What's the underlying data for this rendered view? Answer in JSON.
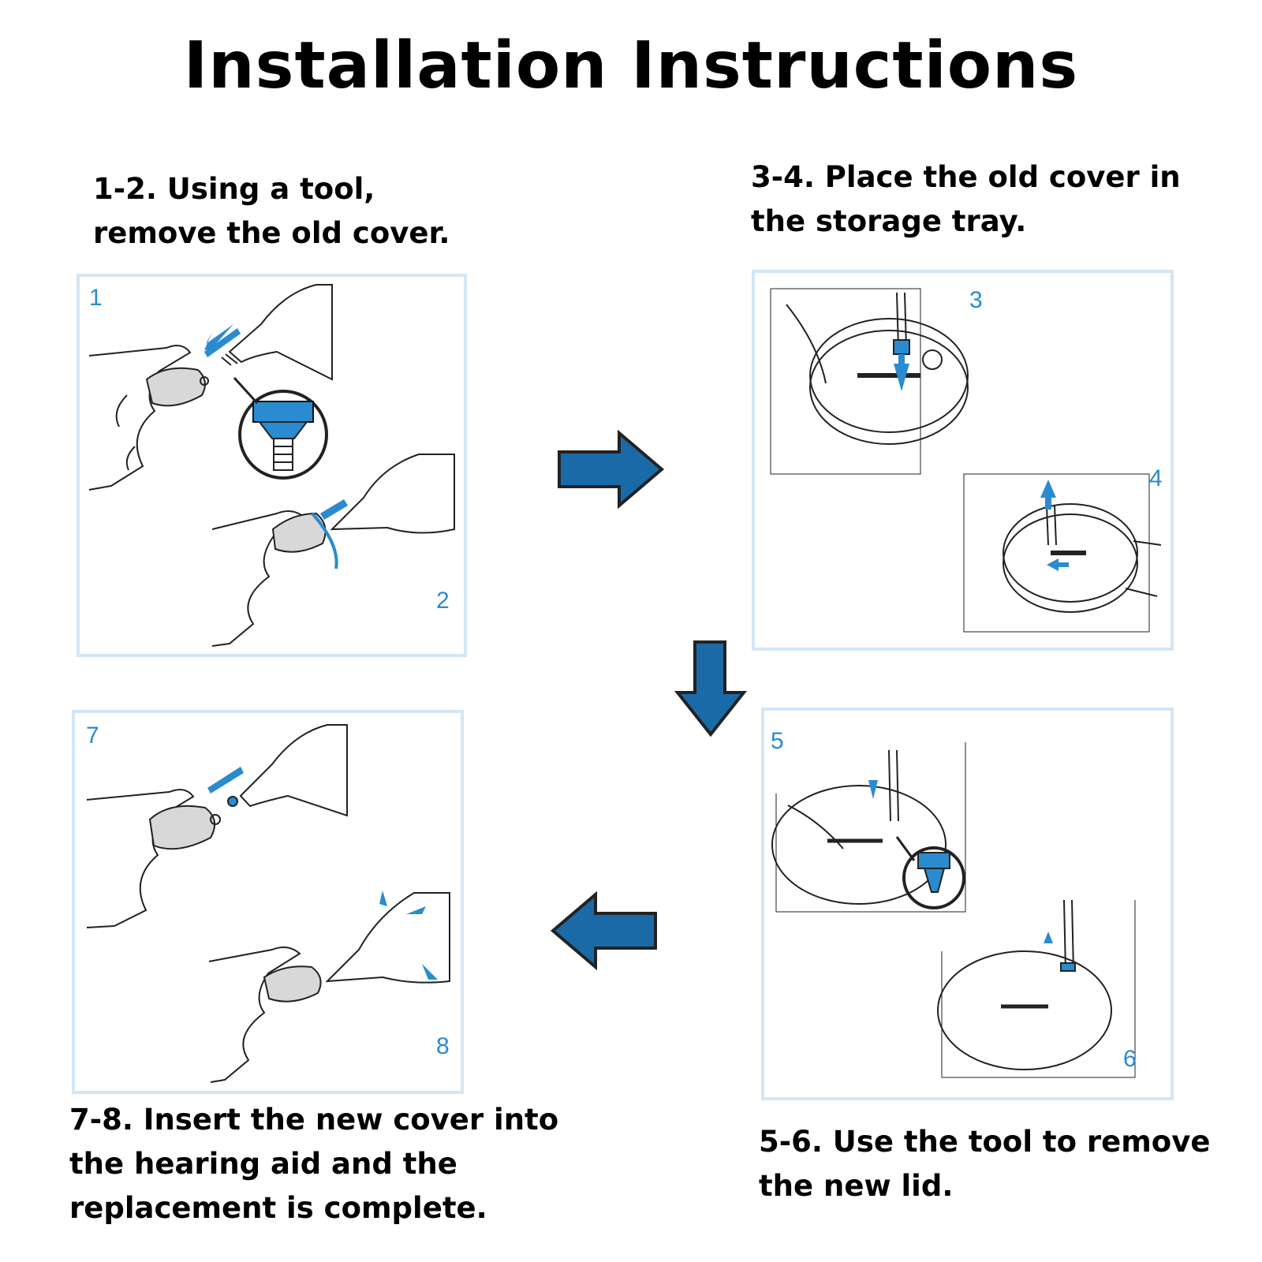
{
  "title": "Installation Instructions",
  "steps": [
    {
      "caption_lines": [
        "1-2. Using a tool,",
        "remove the old cover."
      ],
      "numbers": [
        "1",
        "2"
      ]
    },
    {
      "caption_lines": [
        "3-4. Place the old cover in",
        "the storage tray."
      ],
      "numbers": [
        "3",
        "4"
      ]
    },
    {
      "caption_lines": [
        "5-6. Use the tool to remove",
        "the new lid."
      ],
      "numbers": [
        "5",
        "6"
      ]
    },
    {
      "caption_lines": [
        "7-8. Insert the new cover into",
        "the hearing aid and the",
        "replacement is complete."
      ],
      "numbers": [
        "7",
        "8"
      ]
    }
  ],
  "colors": {
    "accent": "#1b6aa8",
    "panel_border": "#d3e6f5",
    "number": "#2a8bd0",
    "highlight": "#2a8bd0"
  },
  "icons": [
    "arrow-right-icon",
    "arrow-down-icon",
    "arrow-left-icon",
    "magnifier-inset-icon",
    "hand-icon",
    "tool-icon",
    "hearing-aid-dome-icon",
    "storage-tray-icon"
  ]
}
